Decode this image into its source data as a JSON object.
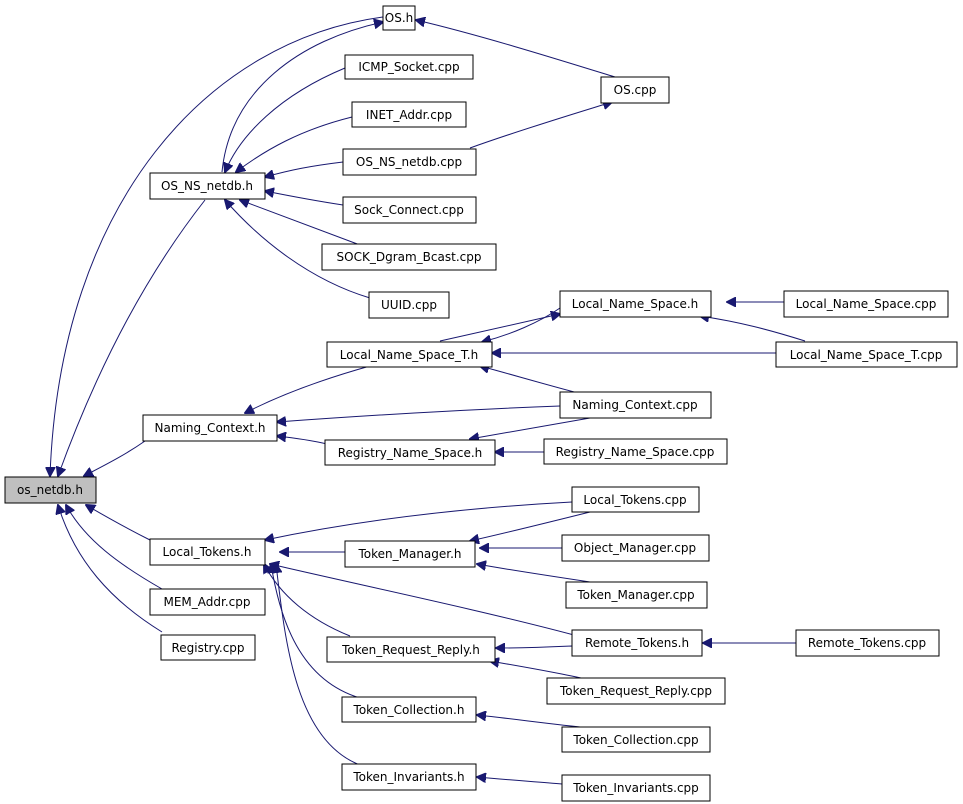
{
  "colors": {
    "edge": "#191970",
    "node_fill": "#ffffff",
    "root_fill": "#bfbfbf",
    "border": "#000000"
  },
  "nodes": {
    "os_h": "OS.h",
    "icmp_socket_cpp": "ICMP_Socket.cpp",
    "os_cpp": "OS.cpp",
    "inet_addr_cpp": "INET_Addr.cpp",
    "os_ns_netdb_h": "OS_NS_netdb.h",
    "os_ns_netdb_cpp": "OS_NS_netdb.cpp",
    "sock_connect_cpp": "Sock_Connect.cpp",
    "sock_dgram_bcast_cpp": "SOCK_Dgram_Bcast.cpp",
    "uuid_cpp": "UUID.cpp",
    "local_name_space_h": "Local_Name_Space.h",
    "local_name_space_cpp": "Local_Name_Space.cpp",
    "local_name_space_t_h": "Local_Name_Space_T.h",
    "local_name_space_t_cpp": "Local_Name_Space_T.cpp",
    "naming_context_cpp": "Naming_Context.cpp",
    "naming_context_h": "Naming_Context.h",
    "registry_name_space_h": "Registry_Name_Space.h",
    "registry_name_space_cpp": "Registry_Name_Space.cpp",
    "os_netdb_h": "os_netdb.h",
    "local_tokens_cpp": "Local_Tokens.cpp",
    "local_tokens_h": "Local_Tokens.h",
    "token_manager_h": "Token_Manager.h",
    "object_manager_cpp": "Object_Manager.cpp",
    "token_manager_cpp": "Token_Manager.cpp",
    "mem_addr_cpp": "MEM_Addr.cpp",
    "registry_cpp": "Registry.cpp",
    "token_request_reply_h": "Token_Request_Reply.h",
    "remote_tokens_h": "Remote_Tokens.h",
    "remote_tokens_cpp": "Remote_Tokens.cpp",
    "token_request_reply_cpp": "Token_Request_Reply.cpp",
    "token_collection_h": "Token_Collection.h",
    "token_collection_cpp": "Token_Collection.cpp",
    "token_invariants_h": "Token_Invariants.h",
    "token_invariants_cpp": "Token_Invariants.cpp"
  }
}
